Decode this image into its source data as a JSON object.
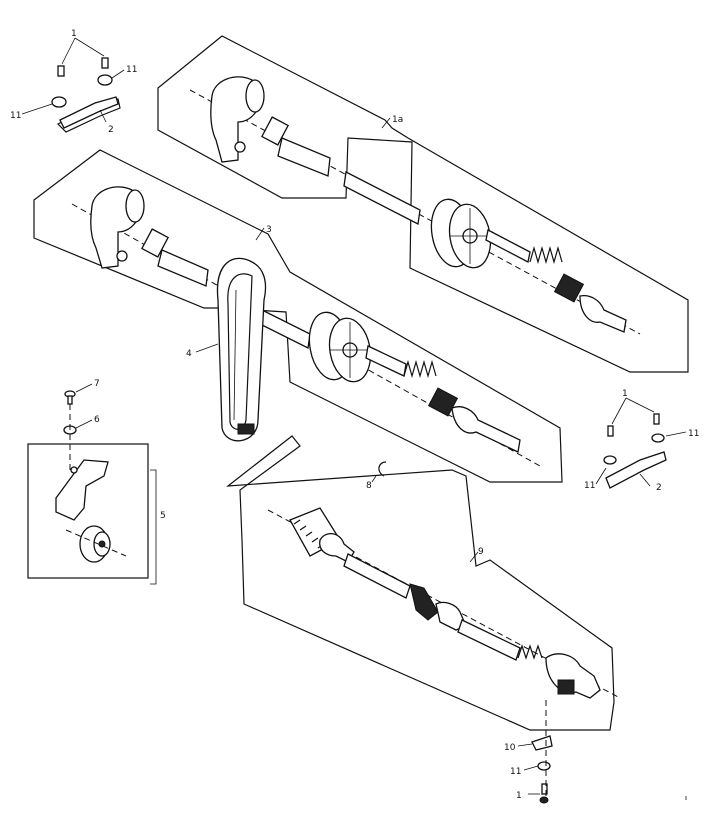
{
  "callouts": {
    "c1_top": "1",
    "c11_top_right": "11",
    "c11_top_left": "11",
    "c2_top": "2",
    "c1a": "1a",
    "c3": "3",
    "c4": "4",
    "c7": "7",
    "c6": "6",
    "c5": "5",
    "c8": "8",
    "c1_right": "1",
    "c11_right": "11",
    "c11_right_left": "11",
    "c2_right": "2",
    "c9": "9",
    "c10": "10",
    "c11_bottom": "11",
    "c1_bottom": "1"
  }
}
